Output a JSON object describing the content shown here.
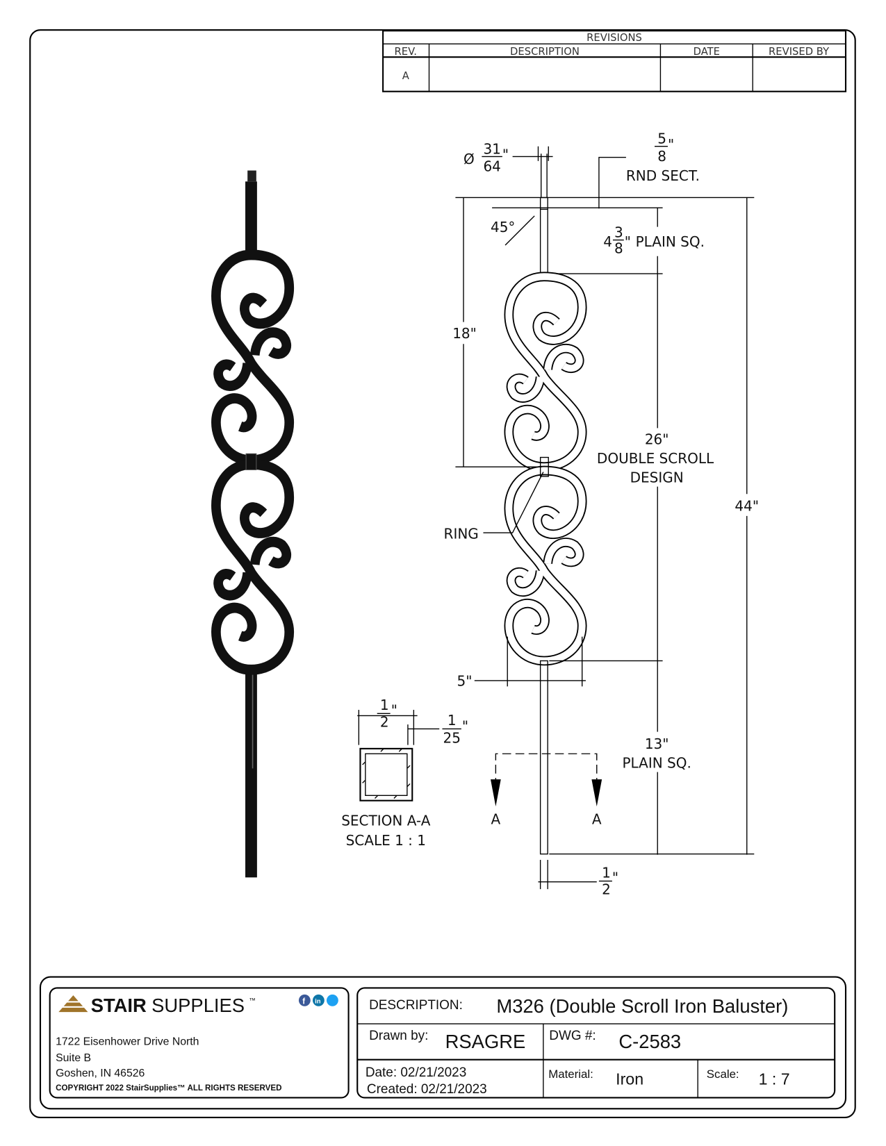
{
  "revisions": {
    "title": "REVISIONS",
    "headers": [
      "REV.",
      "DESCRIPTION",
      "DATE",
      "REVISED BY"
    ],
    "rows": [
      {
        "rev": "A",
        "description": "",
        "date": "",
        "revised_by": ""
      }
    ]
  },
  "dimensions": {
    "diameter": {
      "symbol": "Ø",
      "num": "31",
      "den": "64",
      "unit": "\""
    },
    "round_section": {
      "num": "5",
      "den": "8",
      "unit": "\"",
      "label": "RND SECT."
    },
    "chamfer_angle": "45°",
    "top_plain": {
      "whole": "4",
      "num": "3",
      "den": "8",
      "unit": "\"",
      "label": "PLAIN SQ."
    },
    "ring_height": "18\"",
    "scroll_length": "26\"",
    "scroll_label_1": "DOUBLE SCROLL",
    "scroll_label_2": "DESIGN",
    "overall_length": "44\"",
    "ring_label": "RING",
    "scroll_width": "5\"",
    "bottom_plain": "13\"",
    "bottom_plain_label": "PLAIN SQ.",
    "section_marker_left": "A",
    "section_marker_right": "A",
    "bar_width": {
      "num": "1",
      "den": "2",
      "unit": "\""
    }
  },
  "section": {
    "width": {
      "num": "1",
      "den": "2",
      "unit": "\""
    },
    "wall": {
      "num": "1",
      "den": "25",
      "unit": "\""
    },
    "title": "SECTION A-A",
    "scale": "SCALE 1 : 1"
  },
  "company": {
    "logo_bold": "STAIR",
    "logo_light": "SUPPLIES",
    "logo_tm": "™",
    "address_1": "1722 Eisenhower Drive North",
    "address_2": "Suite B",
    "address_3": "Goshen, IN 46526",
    "copyright": "COPYRIGHT 2022 StairSupplies™ ALL RIGHTS RESERVED",
    "social_icons": [
      "facebook-icon",
      "linkedin-icon",
      "twitter-icon"
    ],
    "logo_color": "#a0742a"
  },
  "title_block": {
    "description_label": "DESCRIPTION:",
    "description": "M326 (Double Scroll Iron Baluster)",
    "drawn_by_label": "Drawn by:",
    "drawn_by": "RSAGRE",
    "dwg_label": "DWG #:",
    "dwg": "C-2583",
    "date": "Date: 02/21/2023",
    "created": "Created: 02/21/2023",
    "material_label": "Material:",
    "material": "Iron",
    "scale_label": "Scale:",
    "scale": "1 : 7"
  }
}
